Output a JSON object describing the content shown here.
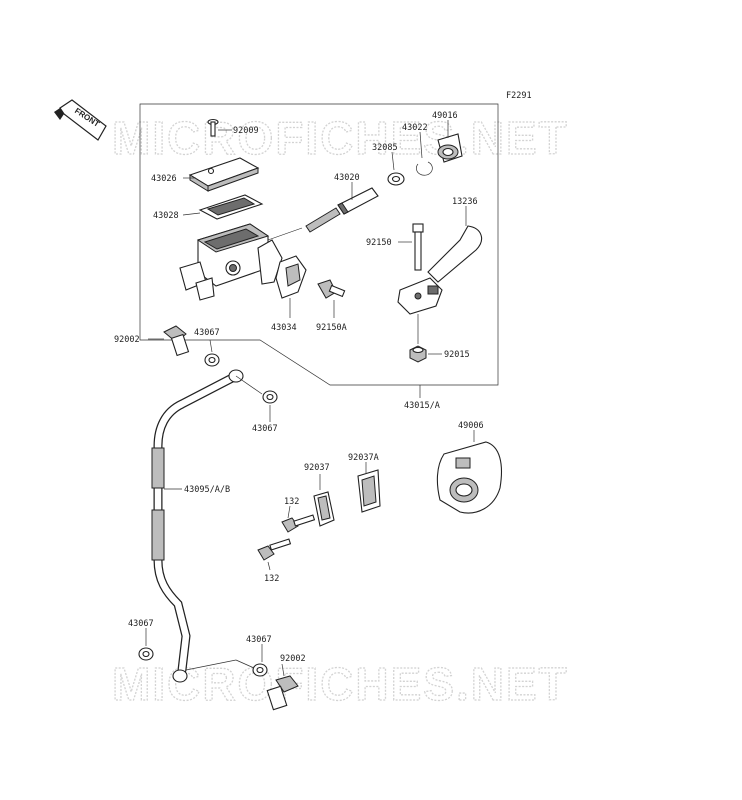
{
  "figure_code": "F2291",
  "watermark": "MICROFICHES.NET",
  "front_label": "FRONT",
  "parts": {
    "p92009": "92009",
    "p43026": "43026",
    "p43028": "43028",
    "p43020": "43020",
    "p32085": "32085",
    "p43022": "43022",
    "p49016": "49016",
    "p13236": "13236",
    "p92150": "92150",
    "p43034": "43034",
    "p92150A": "92150A",
    "p92015": "92015",
    "p43015A": "43015/A",
    "p92002_top": "92002",
    "p43067_a": "43067",
    "p43067_b": "43067",
    "p43095": "43095/A/B",
    "p49006": "49006",
    "p92037": "92037",
    "p92037A": "92037A",
    "p132_a": "132",
    "p132_b": "132",
    "p43067_c": "43067",
    "p43067_d": "43067",
    "p92002_bot": "92002"
  }
}
